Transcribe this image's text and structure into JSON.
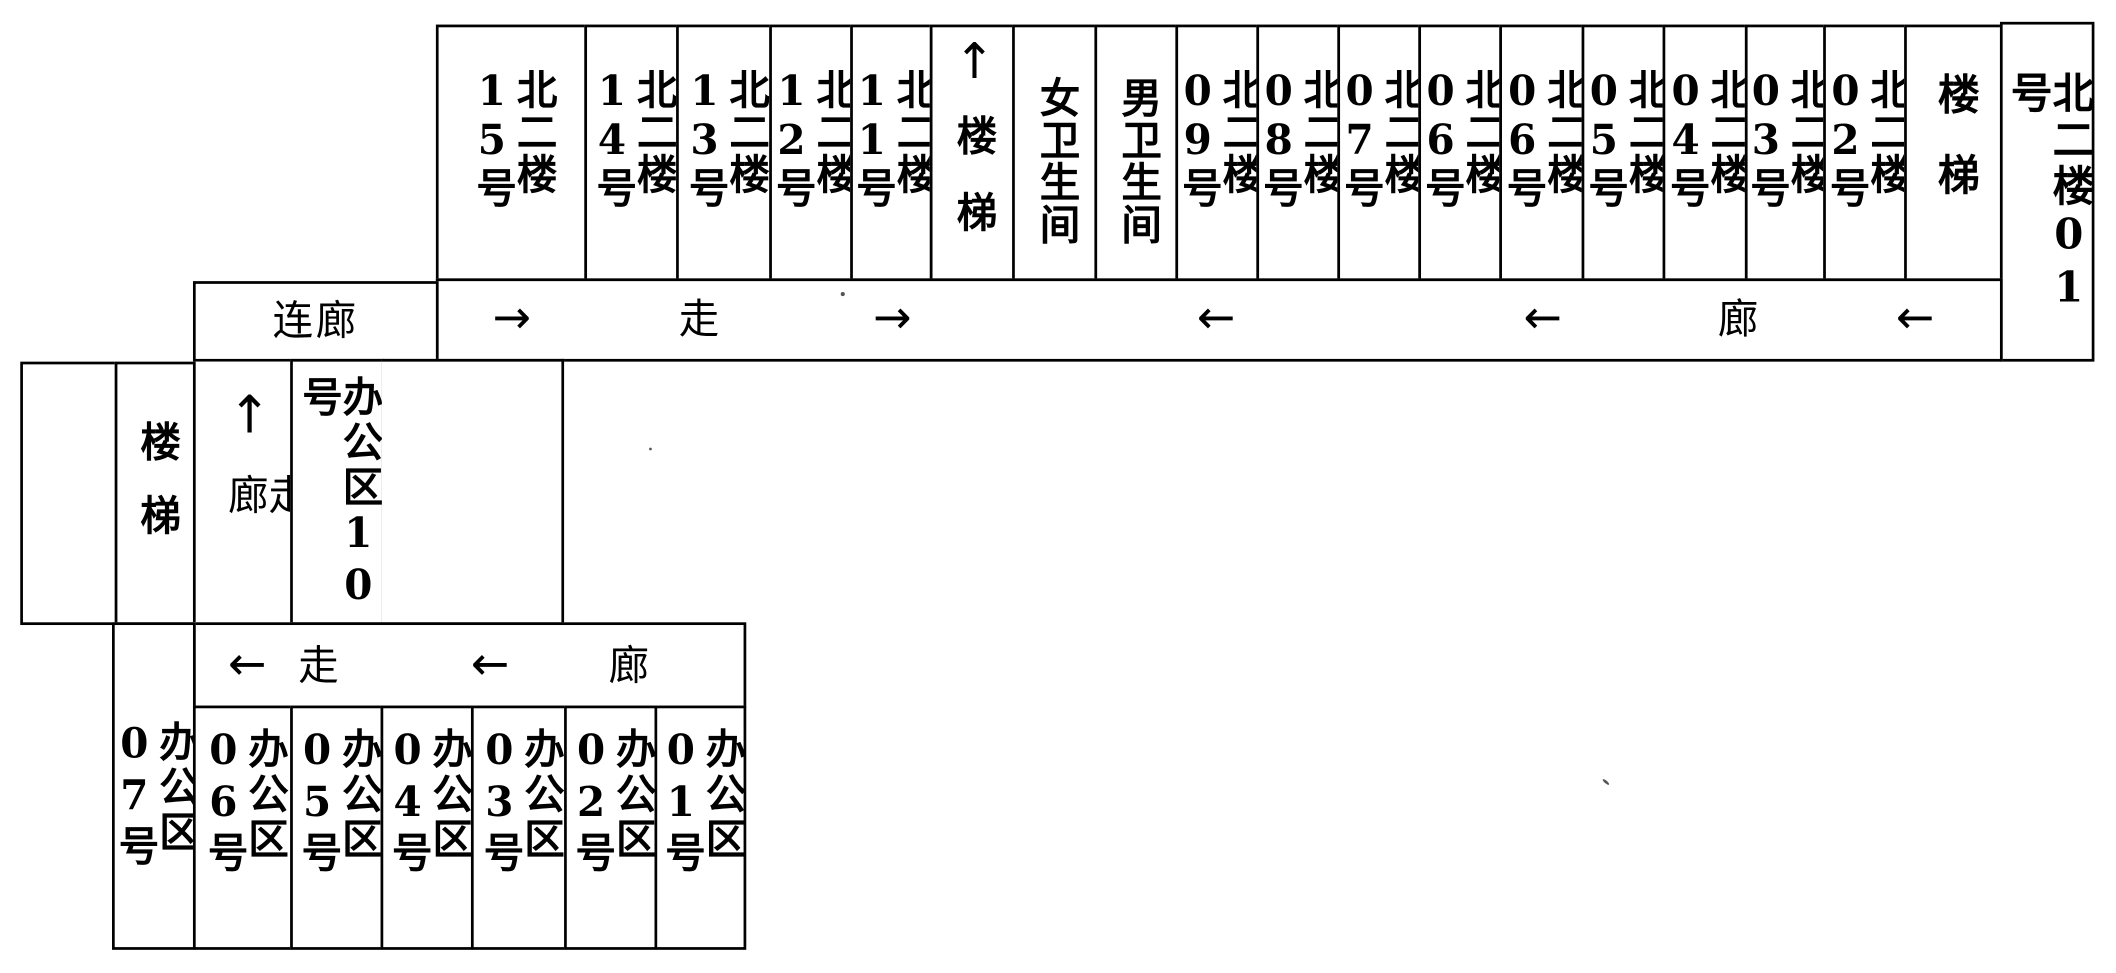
{
  "top_rooms": [
    "北二楼15号",
    "北二楼14号",
    "北二楼13号",
    "北二楼12号",
    "北二楼11号"
  ],
  "top_stair_mid": {
    "arrow": "↑",
    "label": "楼梯"
  },
  "restrooms": [
    "女卫生间",
    "男卫生间"
  ],
  "top_rooms_right": [
    "北二楼09号",
    "北二楼08号",
    "北二楼07号",
    "北二楼06号",
    "北二楼06号",
    "北二楼05号",
    "北二楼04号",
    "北二楼03号",
    "北二楼02号"
  ],
  "top_stair_right": "楼梯",
  "corner_room": "北二楼01号",
  "bridge_label": "连廊",
  "corridor_top": {
    "char1": "走",
    "char2": "廊",
    "arrow_right": "→",
    "arrow_left": "←"
  },
  "left_stairs": "楼梯",
  "vertical_corridor": {
    "arrow": "↑",
    "label": "走廊"
  },
  "office10": "办公区10号",
  "corridor_bottom": {
    "char1": "走",
    "char2": "廊",
    "arrow_left": "←"
  },
  "office07": "办公区07号",
  "bottom_offices": [
    "办公区06号",
    "办公区05号",
    "办公区04号",
    "办公区03号",
    "办公区02号",
    "办公区01号"
  ]
}
